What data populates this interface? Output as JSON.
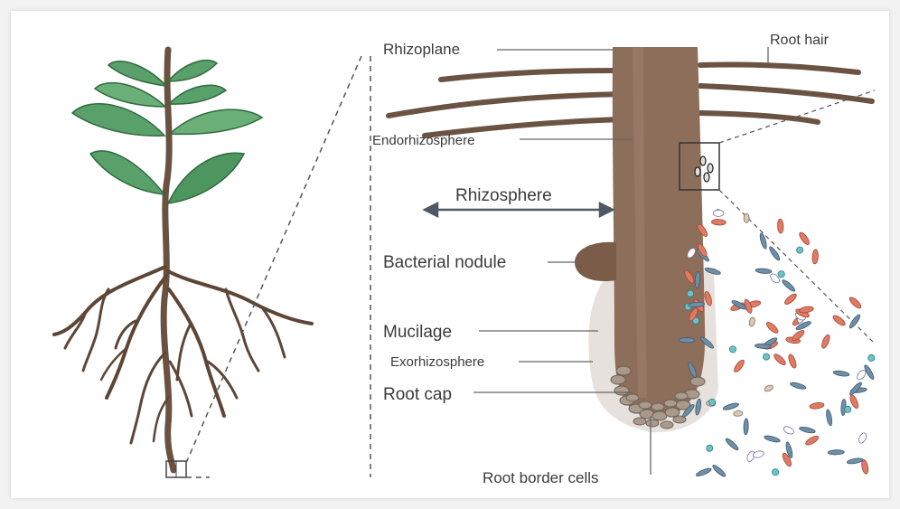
{
  "diagram": {
    "labels": {
      "rhizoplane": "Rhizoplane",
      "root_hair": "Root hair",
      "endorhizosphere": "Endorhizosphere",
      "rhizosphere": "Rhizosphere",
      "bacterial_nodule": "Bacterial nodule",
      "mucilage": "Mucilage",
      "exorhizosphere": "Exorhizosphere",
      "root_cap": "Root cap",
      "root_border_cells": "Root border cells"
    },
    "colors": {
      "root": "#8c6e5a",
      "root_dark": "#5e4636",
      "leaf": "#5aa06a",
      "leaf_dark": "#2f6b3d",
      "mucilage": "#e6e1dc",
      "rod_red": "#e07a62",
      "rod_blue": "#6e8fa6",
      "teal": "#6ec3c8"
    }
  }
}
